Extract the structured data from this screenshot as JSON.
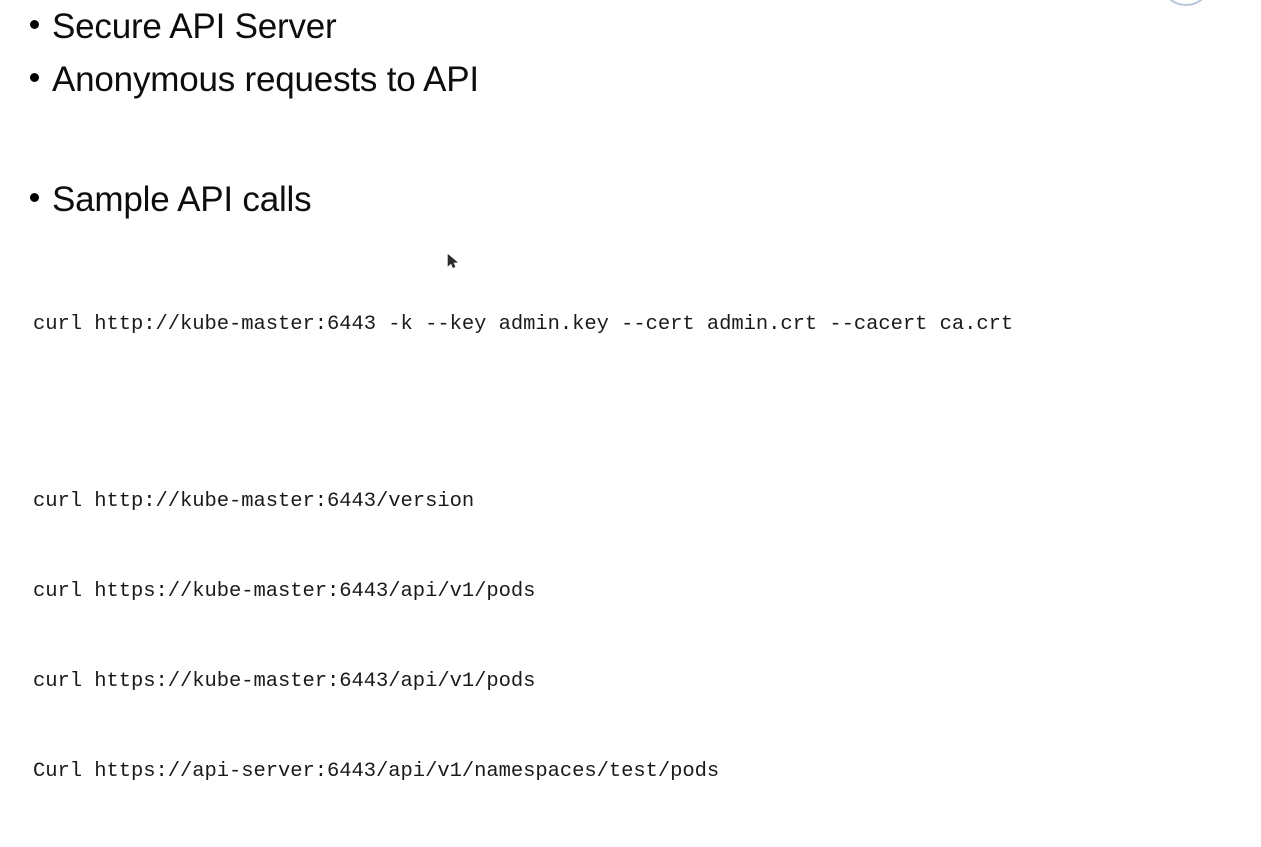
{
  "slide": {
    "background_color": "#ffffff",
    "text_color": "#0d0d0d",
    "code_color": "#1a1a1a",
    "accent_color": "#a9bcd2"
  },
  "bullets": [
    {
      "marker": "•",
      "text": "Secure API Server"
    },
    {
      "marker": "•",
      "text": "Anonymous requests to API"
    },
    {
      "marker": "•",
      "text": "Sample API calls"
    }
  ],
  "code": {
    "lines": [
      "curl http://kube-master:6443 -k --key admin.key --cert admin.crt --cacert ca.crt",
      "",
      "curl http://kube-master:6443/version",
      "curl https://kube-master:6443/api/v1/pods",
      "curl https://kube-master:6443/api/v1/pods",
      "Curl https://api-server:6443/api/v1/namespaces/test/pods"
    ]
  },
  "decorations": {
    "corner_circle": "circle-outline",
    "cursor": "mouse-pointer-arrow"
  }
}
